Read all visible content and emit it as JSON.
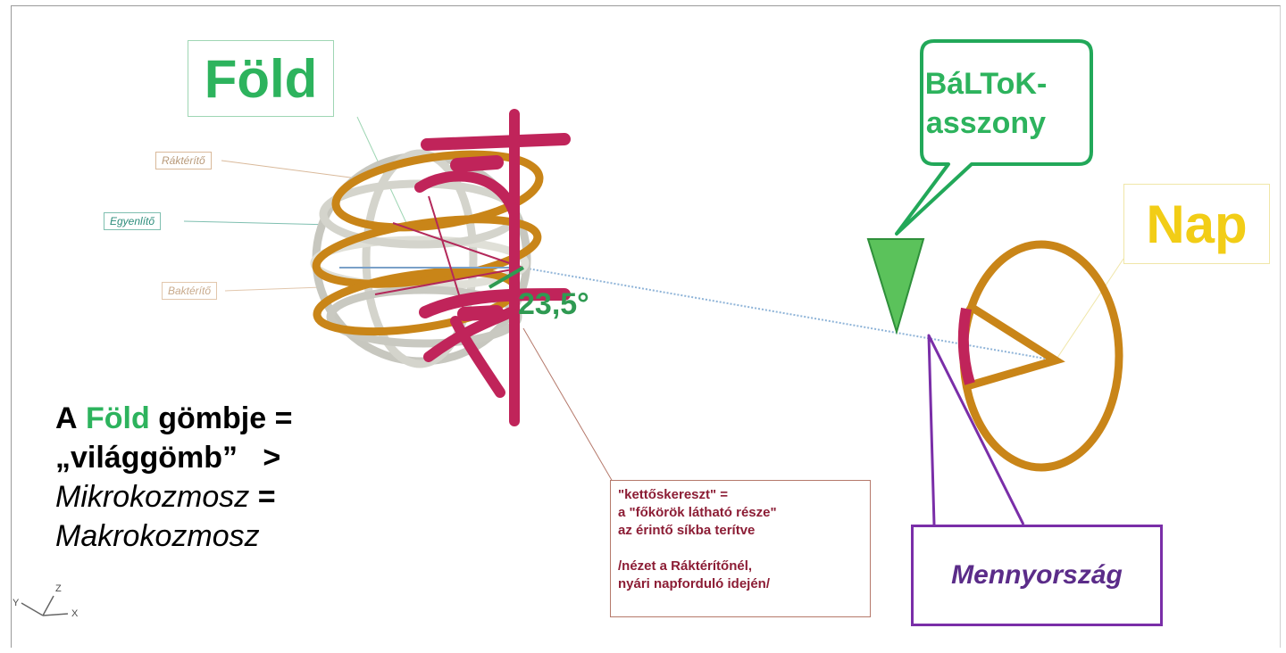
{
  "labels": {
    "fold": "Föld",
    "nap": "Nap",
    "raktérítő": "Ráktérítő",
    "egyenlito": "Egyenlítő",
    "baktérítő": "Baktérítő",
    "bubble_line1": "BáLToK-",
    "bubble_line2": "asszony",
    "angle": "23,5°",
    "mennyorszag": "Mennyország"
  },
  "caption": {
    "a": "A",
    "fold": "Föld",
    "gombje": "gömbje =",
    "vilaggomb": "„világgömb”   >",
    "mikro": "Mikrokozmosz",
    "eq": "=",
    "makro": "Makrokozmosz"
  },
  "note": {
    "line1": "\"kettőskereszt\" =",
    "line2": "a \"főkörök látható része\"",
    "line3": "az érintő síkba terítve",
    "line4": "/nézet a Ráktérítőnél,",
    "line5": "nyári napforduló idején/"
  },
  "axes": {
    "y": "Y",
    "z": "Z",
    "x": "X"
  },
  "colors": {
    "gold_ring": "#c98518",
    "grey_ring": "#d4d4cc",
    "cross": "#c0245a",
    "green": "#2db35d",
    "yellow": "#f2cd16",
    "purple": "#7a2ea8"
  }
}
